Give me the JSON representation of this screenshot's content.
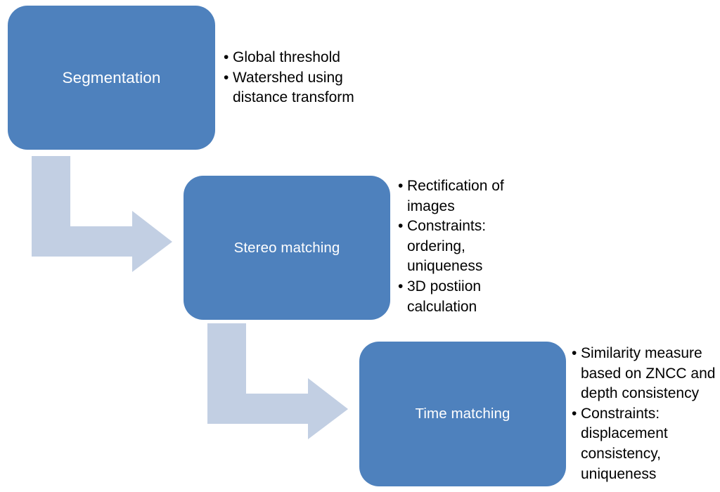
{
  "diagram": {
    "type": "flowchart",
    "orientation": "top-left-to-bottom-right",
    "colors": {
      "node_fill": "#4E81BD",
      "node_text": "#FFFFFF",
      "arrow_fill": "#C2CFE3",
      "bullet_text": "#000000",
      "background": "#FFFFFF"
    },
    "nodes": [
      {
        "id": "segmentation",
        "label": "Segmentation",
        "bullets": [
          "Global threshold",
          "Watershed using distance transform"
        ]
      },
      {
        "id": "stereo",
        "label": "Stereo matching",
        "bullets": [
          "Rectification of images",
          "Constraints: ordering, uniqueness",
          "3D postiion calculation"
        ]
      },
      {
        "id": "time",
        "label": "Time matching",
        "bullets": [
          "Similarity measure based on ZNCC and depth consistency",
          "Constraints: displacement consistency, uniqueness"
        ]
      }
    ],
    "arrows": [
      {
        "id": "seg-to-stereo",
        "from": "segmentation",
        "to": "stereo",
        "shape": "bent-arrow-down-right"
      },
      {
        "id": "stereo-to-time",
        "from": "stereo",
        "to": "time",
        "shape": "bent-arrow-down-right"
      }
    ]
  }
}
